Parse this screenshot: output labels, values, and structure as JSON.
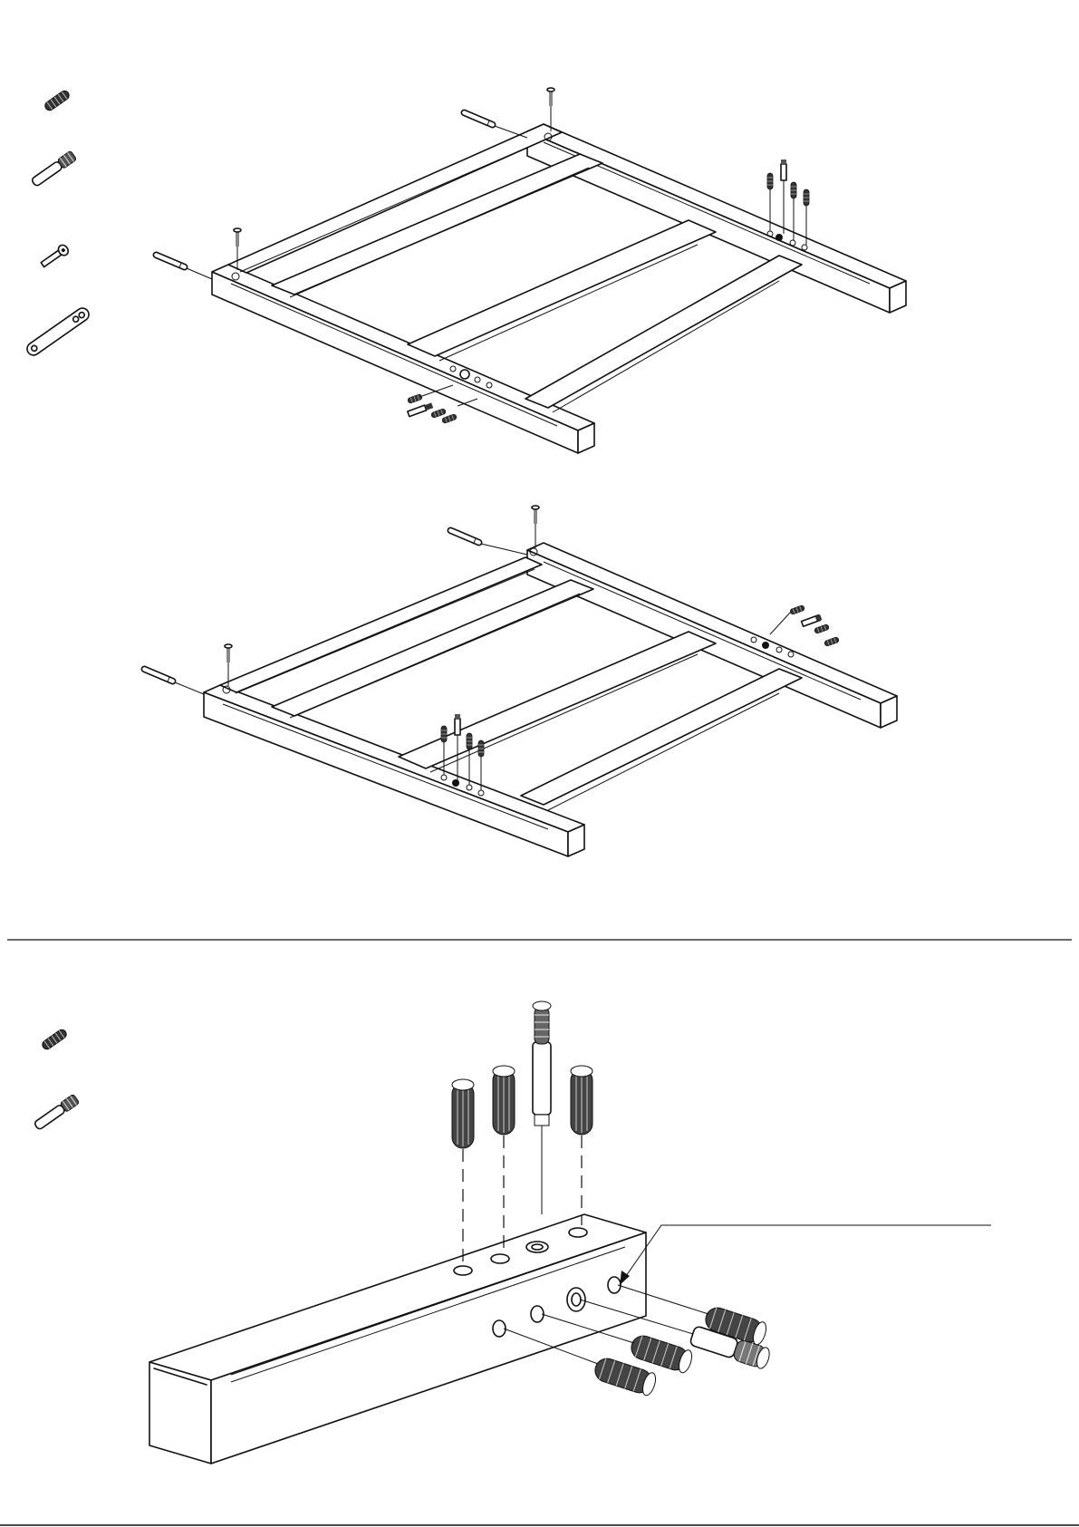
{
  "diagram": {
    "kind": "furniture-assembly-instructions",
    "colors": {
      "line": "#111111",
      "background": "#ffffff",
      "dowel_fill": "#333333"
    },
    "hardware_icons": [
      "wood-dowel-icon",
      "cam-bolt-icon",
      "screw-icon",
      "allen-key-icon"
    ],
    "steps": [
      {
        "view": "frame-assembly-a"
      },
      {
        "view": "frame-assembly-b"
      },
      {
        "view": "rail-detail"
      }
    ]
  }
}
